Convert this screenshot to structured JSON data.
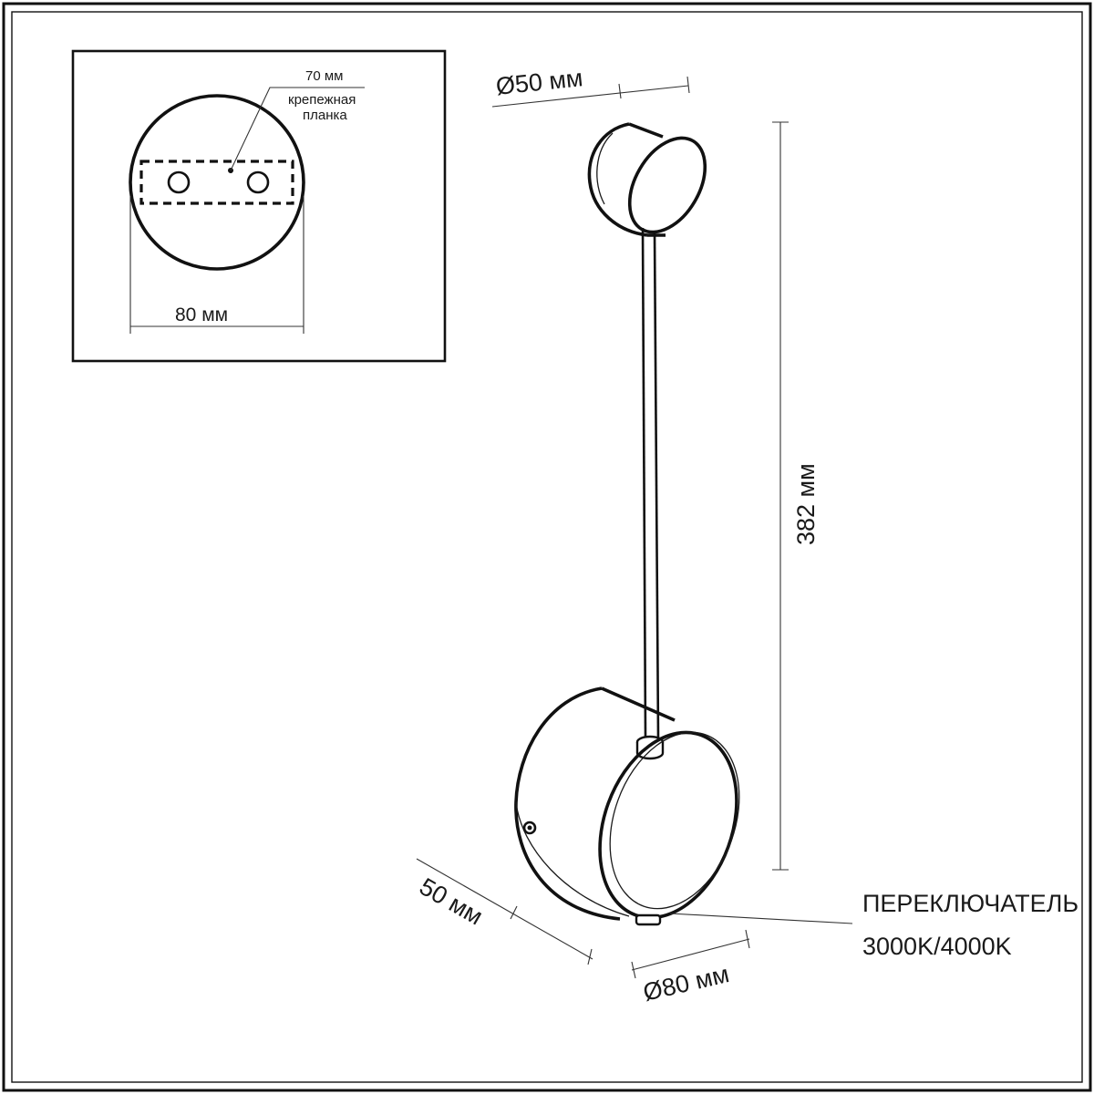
{
  "inset": {
    "width_label": "70 мм",
    "plate_label_line1": "крепежная",
    "plate_label_line2": "планка",
    "diameter_label": "80 мм"
  },
  "dims": {
    "top_diameter": "Ø50 мм",
    "height": "382 мм",
    "depth": "50 мм",
    "bottom_diameter": "Ø80 мм"
  },
  "switch": {
    "line1": "ПЕРЕКЛЮЧАТЕЛЬ",
    "line2": "3000K/4000K"
  }
}
